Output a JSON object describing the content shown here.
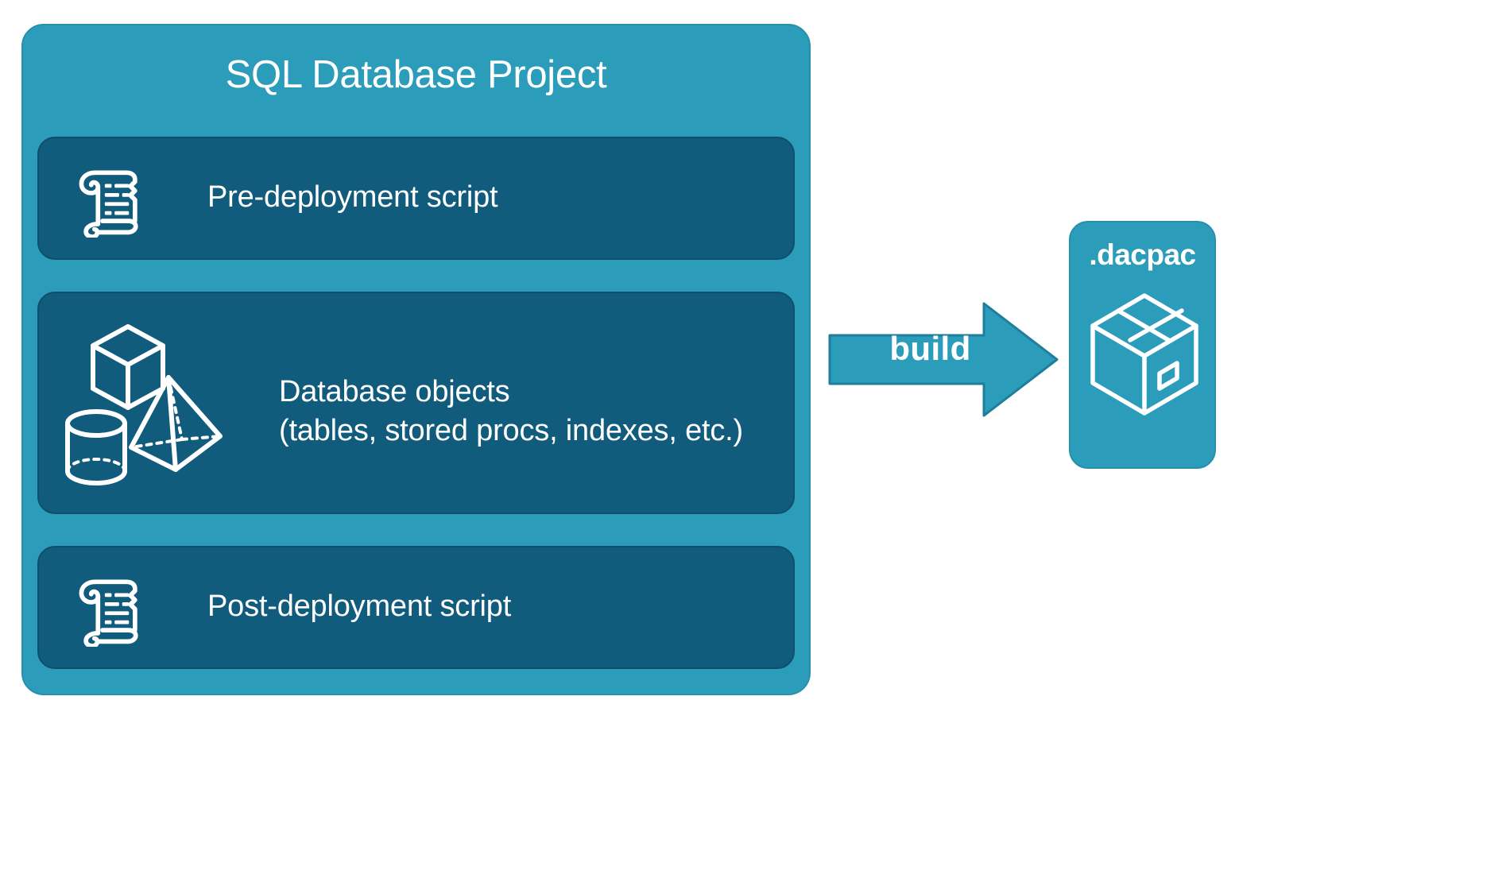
{
  "diagram": {
    "title": "SQL Database Project",
    "background_color": "#FFFFFF",
    "container_color": "#2B9CB9",
    "panel_color": "#115C7C",
    "text_color": "#FFFFFF",
    "accent_border_color": "#0E4F6B"
  },
  "project": {
    "title": "SQL Database Project",
    "panels": [
      {
        "id": "pre-deployment",
        "label": "Pre-deployment script",
        "icon": "scroll-icon"
      },
      {
        "id": "database-objects",
        "label": "Database objects\n(tables, stored procs, indexes, etc.)",
        "icon": "shapes-icon"
      },
      {
        "id": "post-deployment",
        "label": "Post-deployment script",
        "icon": "scroll-icon"
      }
    ]
  },
  "build": {
    "label": "build",
    "arrow_color": "#2B9CB9",
    "arrow_border_color": "#1F7E9B"
  },
  "output": {
    "label": ".dacpac",
    "icon": "package-box-icon",
    "card_color": "#2B9CB9"
  }
}
